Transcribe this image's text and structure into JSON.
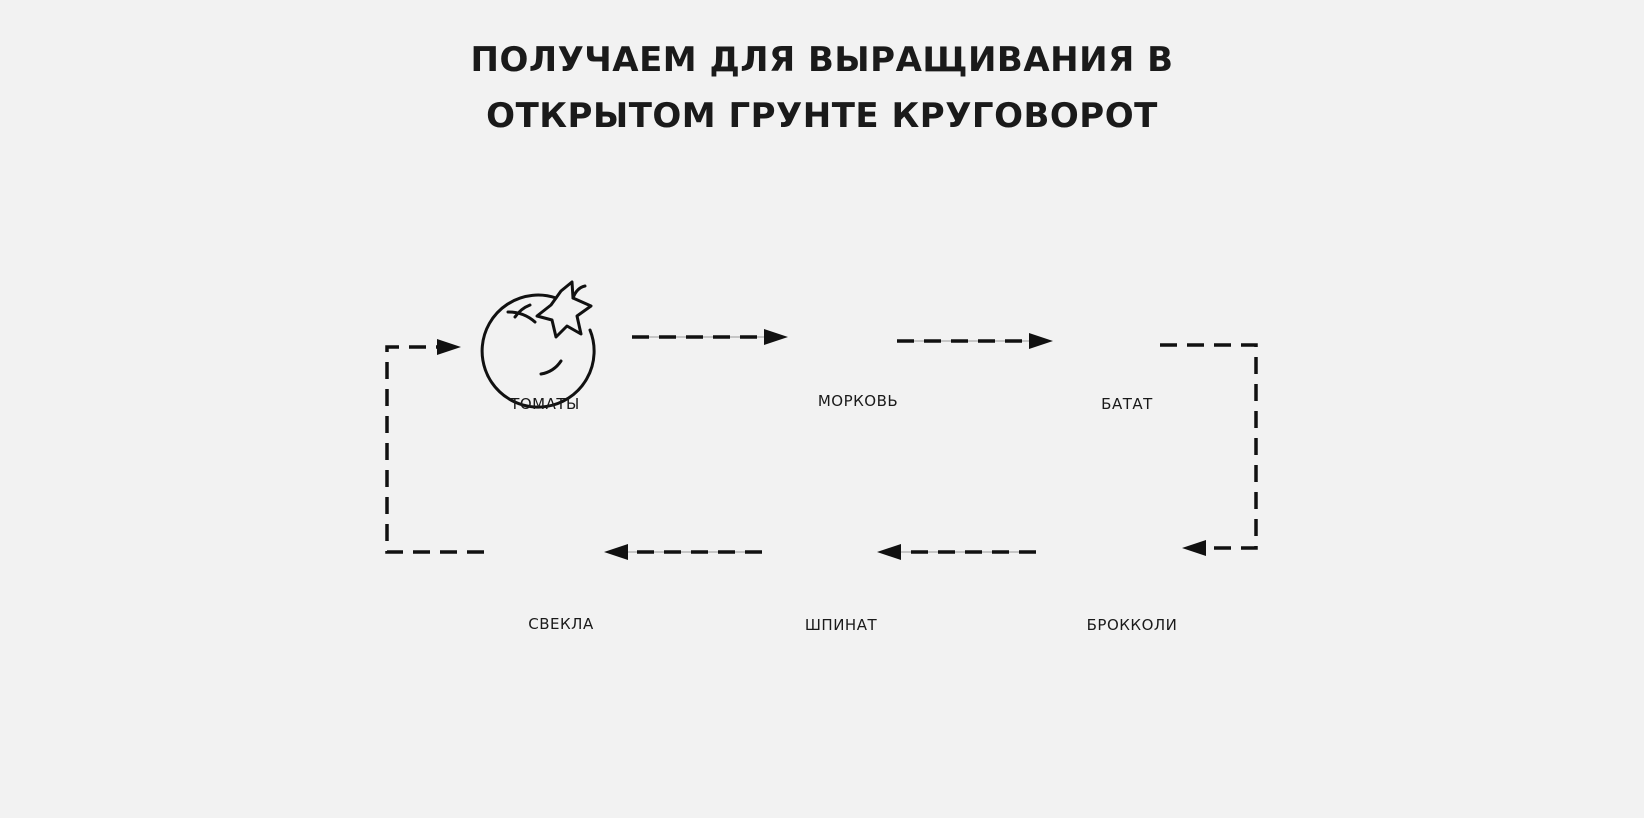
{
  "title": {
    "line1": "ПОЛУЧАЕМ ДЛЯ ВЫРАЩИВАНИЯ В",
    "line2": "ОТКРЫТОМ ГРУНТЕ  КРУГОВОРОТ"
  },
  "nodes": {
    "tomato": {
      "label": "ТОМАТЫ",
      "icon": "tomato-icon"
    },
    "carrot": {
      "label": "МОРКОВЬ",
      "icon": "carrot-icon"
    },
    "sweet_potato": {
      "label": "БАТАТ",
      "icon": "sweet-potato-icon"
    },
    "broccoli": {
      "label": "БРОККОЛИ",
      "icon": "broccoli-icon"
    },
    "spinach": {
      "label": "ШПИНАТ",
      "icon": "spinach-icon"
    },
    "beet": {
      "label": "СВЕКЛА",
      "icon": "beet-icon"
    }
  },
  "cycle_order": [
    "ТОМАТЫ",
    "МОРКОВЬ",
    "БАТАТ",
    "БРОККОЛИ",
    "ШПИНАТ",
    "СВЕКЛА"
  ],
  "colors": {
    "background": "#f2f2f2",
    "ink": "#111111"
  }
}
